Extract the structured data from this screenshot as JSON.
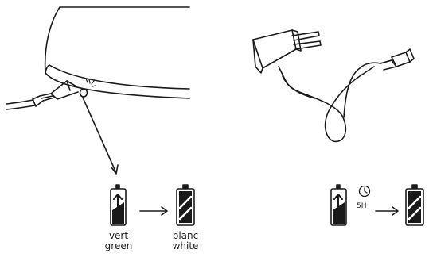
{
  "labels": {
    "vert": "vert",
    "green": "green",
    "blanc": "blanc",
    "white": "white",
    "duration": "5H"
  },
  "icons": [
    "tablet-device-icon",
    "charging-cable-icon",
    "power-adapter-icon",
    "battery-charging-icon",
    "battery-full-icon",
    "clock-icon",
    "arrow-right-icon"
  ],
  "colors": {
    "line": "#1a1a1a",
    "background": "#ffffff"
  }
}
